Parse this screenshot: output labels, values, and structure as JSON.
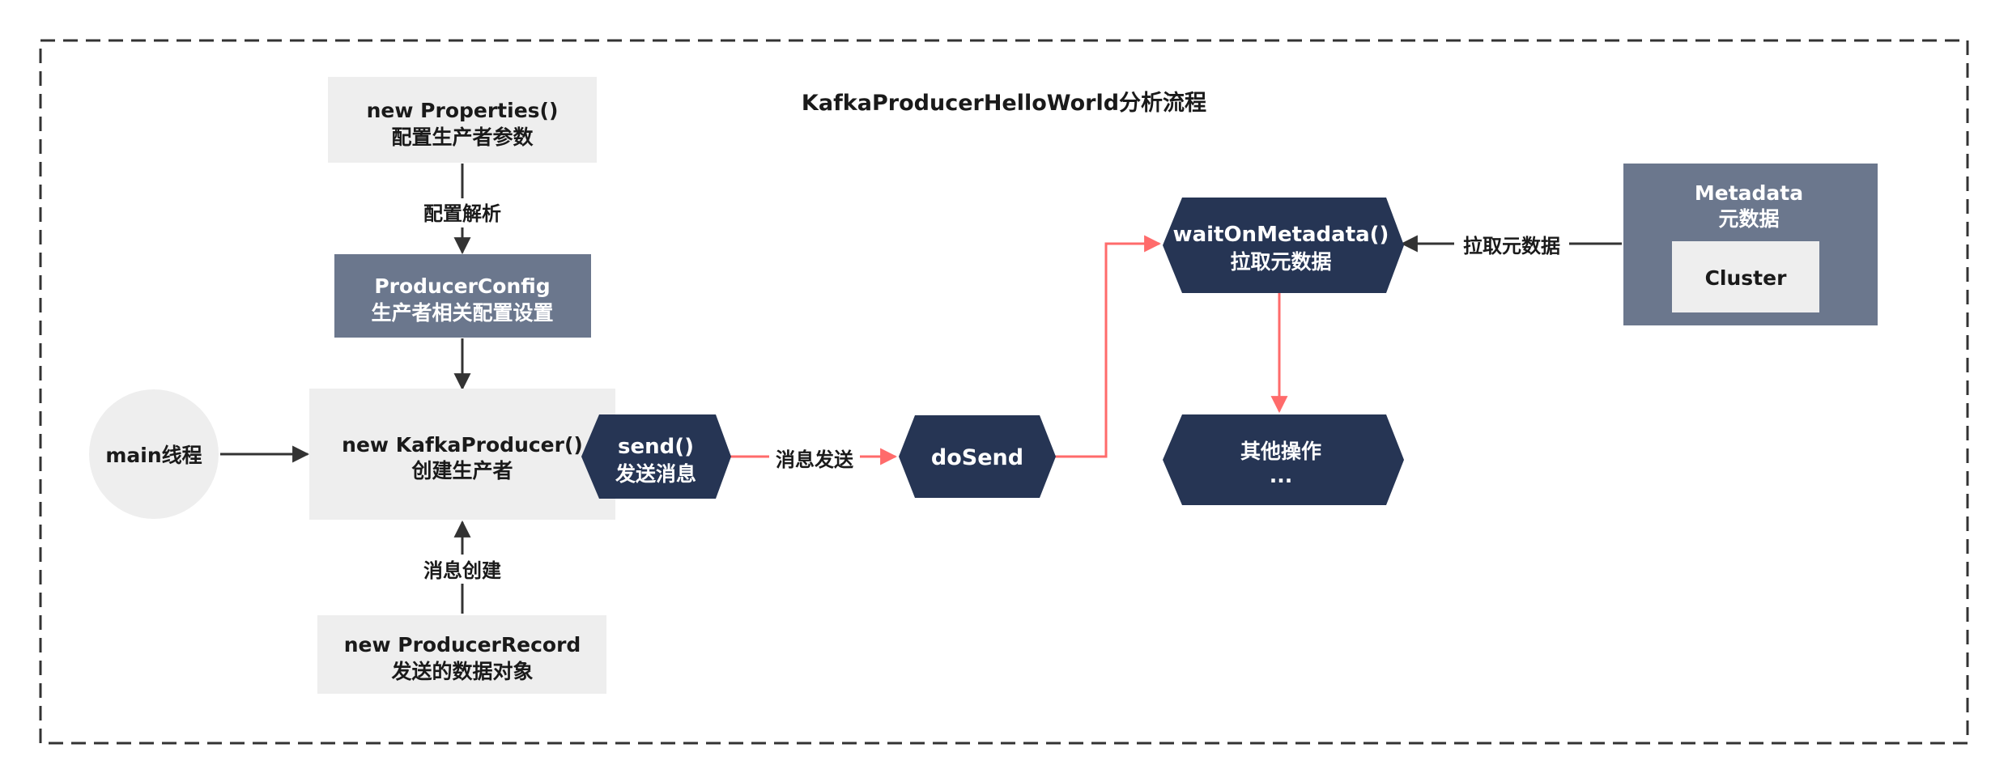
{
  "title": "KafkaProducerHelloWorld分析流程",
  "colors": {
    "light_box": "#eeeeee",
    "slate": "#6b778d",
    "navy": "#263554",
    "red_arrow": "#ff6b6b",
    "dark_arrow": "#333333",
    "text_dark": "#1a1a1a",
    "text_light": "#ffffff"
  },
  "nodes": {
    "properties": {
      "line1": "new Properties()",
      "line2": "配置生产者参数"
    },
    "producer_config": {
      "line1": "ProducerConfig",
      "line2": "生产者相关配置设置"
    },
    "kafka_producer": {
      "line1": "new KafkaProducer()",
      "line2": "创建生产者"
    },
    "main_thread": {
      "label": "main线程"
    },
    "producer_record": {
      "line1": "new ProducerRecord",
      "line2": "发送的数据对象"
    },
    "send": {
      "line1": "send()",
      "line2": "发送消息"
    },
    "do_send": {
      "label": "doSend"
    },
    "wait_on_metadata": {
      "line1": "waitOnMetadata()",
      "line2": "拉取元数据"
    },
    "other_ops": {
      "line1": "其他操作",
      "line2": "..."
    },
    "metadata": {
      "line1": "Metadata",
      "line2": "元数据",
      "inner": "Cluster"
    }
  },
  "edges": {
    "config_parse": "配置解析",
    "message_create": "消息创建",
    "message_send": "消息发送",
    "fetch_metadata": "拉取元数据"
  }
}
